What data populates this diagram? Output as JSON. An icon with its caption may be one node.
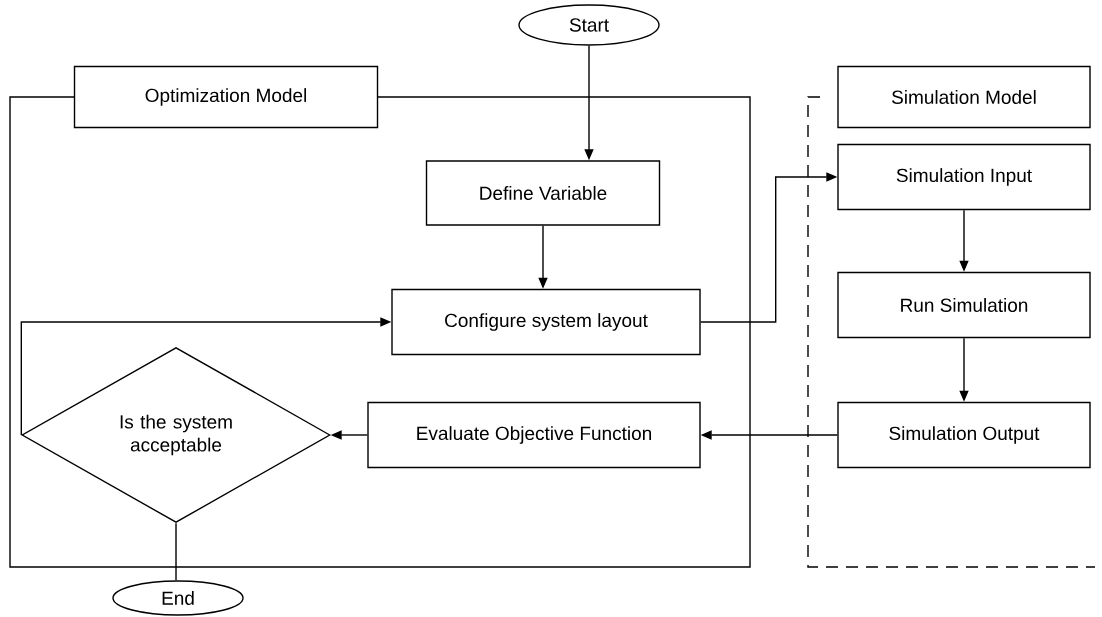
{
  "diagram": {
    "nodes": [
      {
        "text": [
          "Start"
        ]
      },
      {
        "text": [
          "Optimization Model"
        ]
      },
      {
        "text": [
          "Define Variable"
        ],
        "in": 1
      },
      {
        "text": [
          "Configure system layout"
        ],
        "in": 1
      },
      {
        "text": [
          "Is the system acceptable"
        ],
        "in": 1
      },
      {
        "text": [
          "Evaluate Objective Function"
        ],
        "in": 1
      },
      {
        "text": [
          "Simulation Model"
        ]
      },
      {
        "text": [
          "Simulation Input"
        ],
        "in": 6
      },
      {
        "text": [
          "Run Simulation"
        ],
        "in": 6
      },
      {
        "text": [
          "Simulation Output"
        ],
        "in": 6
      },
      {
        "text": [
          "End"
        ]
      }
    ],
    "edges": [
      {
        "from": 0,
        "to": 2,
        "arrow": "to"
      },
      {
        "from": 2,
        "to": 3,
        "arrow": "to"
      },
      {
        "from": 3,
        "to": 7,
        "arrow": "to"
      },
      {
        "from": 7,
        "to": 8,
        "arrow": "to"
      },
      {
        "from": 8,
        "to": 9,
        "arrow": "to"
      },
      {
        "from": 9,
        "to": 5,
        "arrow": "to"
      },
      {
        "from": 5,
        "to": 4,
        "arrow": "to"
      },
      {
        "from": 4,
        "to": 3,
        "arrow": "to"
      },
      {
        "from": 4,
        "to": 10,
        "arrow": "none"
      }
    ]
  }
}
